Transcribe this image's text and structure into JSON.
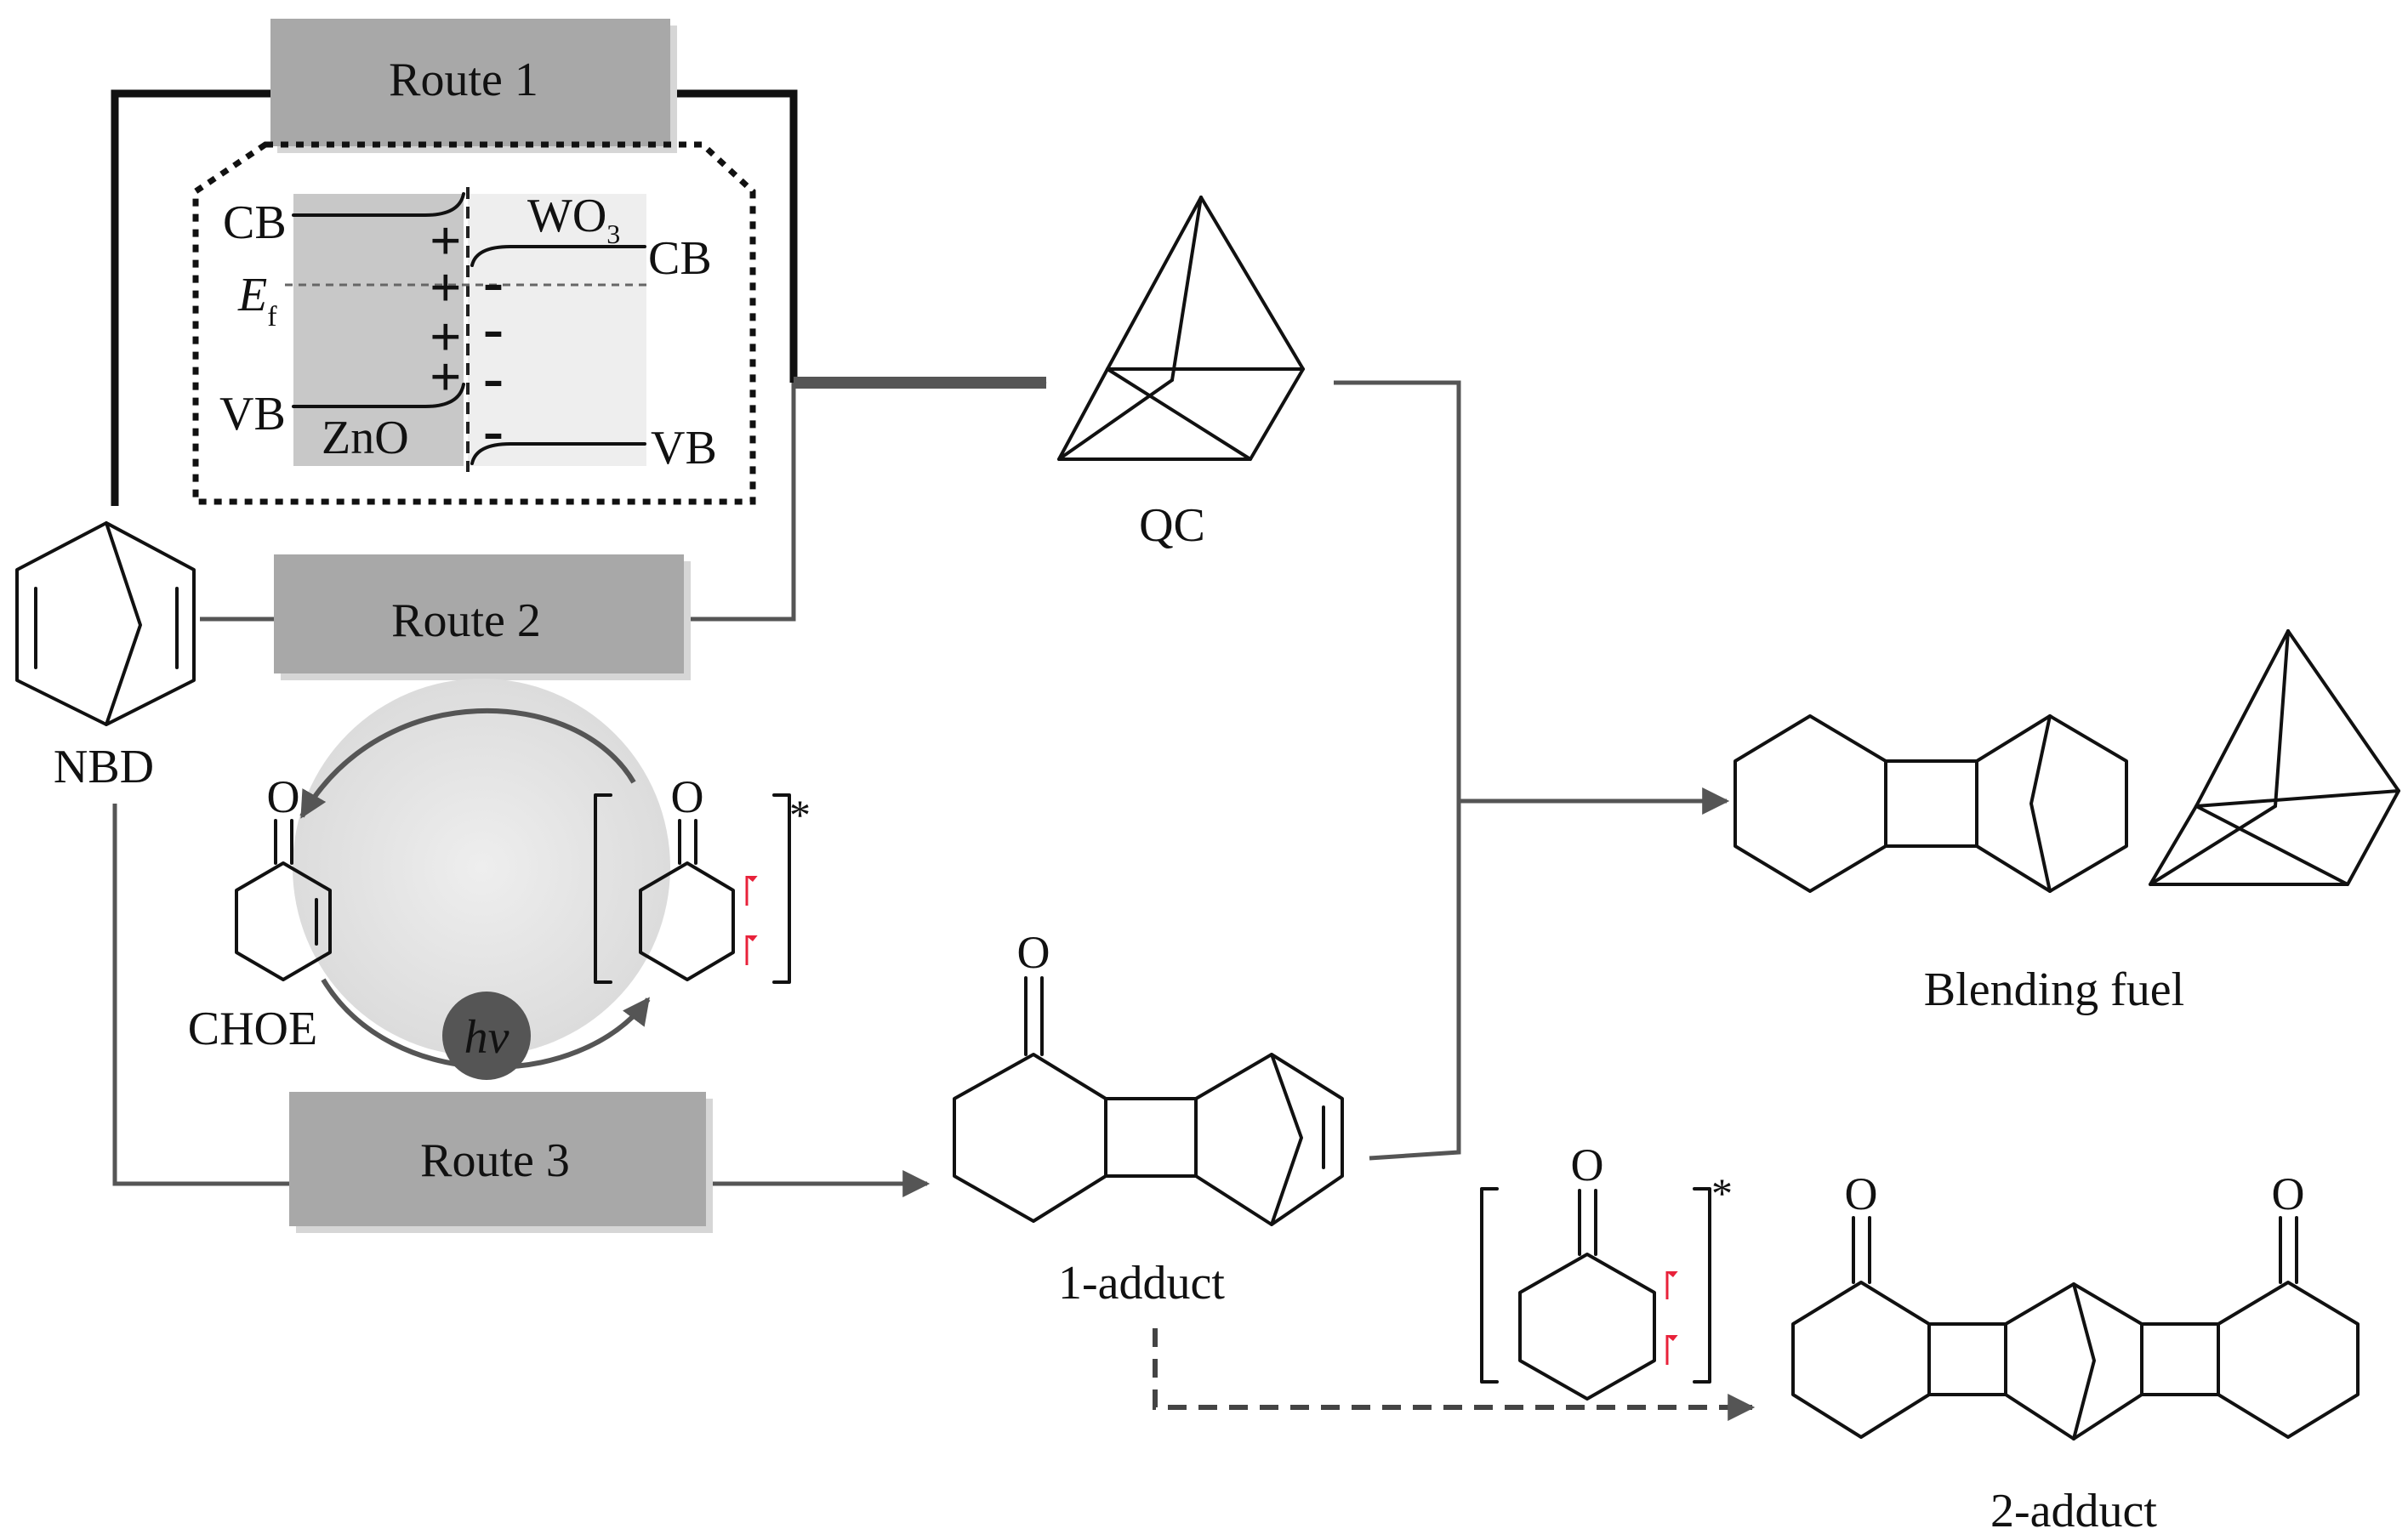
{
  "routes": {
    "route1": "Route 1",
    "route2": "Route 2",
    "route3": "Route 3"
  },
  "band_diagram": {
    "cb_left": "CB",
    "ef_main": "E",
    "ef_sub": "f",
    "vb_left": "VB",
    "zno": "ZnO",
    "wo_main": "WO",
    "wo_sub": "3",
    "cb_right": "CB",
    "vb_right": "VB",
    "plus": "+",
    "minus": "-"
  },
  "molecules": {
    "nbd": "NBD",
    "qc": "QC",
    "choe": "CHOE",
    "one_adduct": "1-adduct",
    "two_adduct": "2-adduct",
    "blending_fuel": "Blending fuel",
    "oxygen": "O",
    "excited_mark": "*"
  },
  "cycle": {
    "hv": "hv"
  },
  "colors": {
    "route_box": "#a8a8a8",
    "connector": "#555555",
    "spin_arrow": "#e8213a",
    "hv_circle": "#555555",
    "cycle_fill": "#e6e6e6"
  }
}
